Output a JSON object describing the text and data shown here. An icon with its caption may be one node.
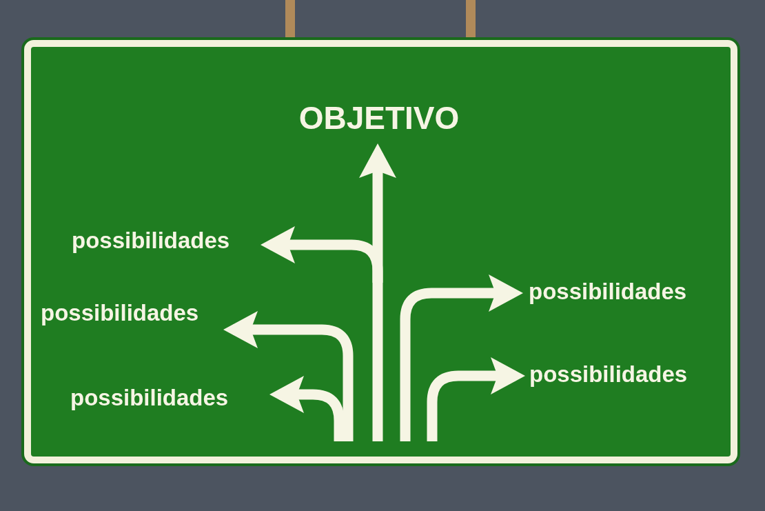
{
  "diagram": {
    "nodes": [
      {
        "text": [],
        "shape": "box"
      },
      {
        "text": [
          "OBJETIVO"
        ],
        "in": 0
      },
      {
        "text": [
          "possibilidades"
        ],
        "in": 0
      },
      {
        "text": [
          "possibilidades"
        ],
        "in": 0
      },
      {
        "text": [
          "possibilidades"
        ],
        "in": 0
      },
      {
        "text": [
          "possibilidades"
        ],
        "in": 0
      },
      {
        "text": [
          "possibilidades"
        ],
        "in": 0
      }
    ],
    "edges": [
      {
        "from": null,
        "to": 1,
        "arrow": "to"
      },
      {
        "from": null,
        "to": 2,
        "arrow": "to"
      },
      {
        "from": null,
        "to": 3,
        "arrow": "to"
      },
      {
        "from": null,
        "to": 4,
        "arrow": "to"
      },
      {
        "from": null,
        "to": 5,
        "arrow": "to"
      },
      {
        "from": null,
        "to": 6,
        "arrow": "to"
      }
    ]
  }
}
